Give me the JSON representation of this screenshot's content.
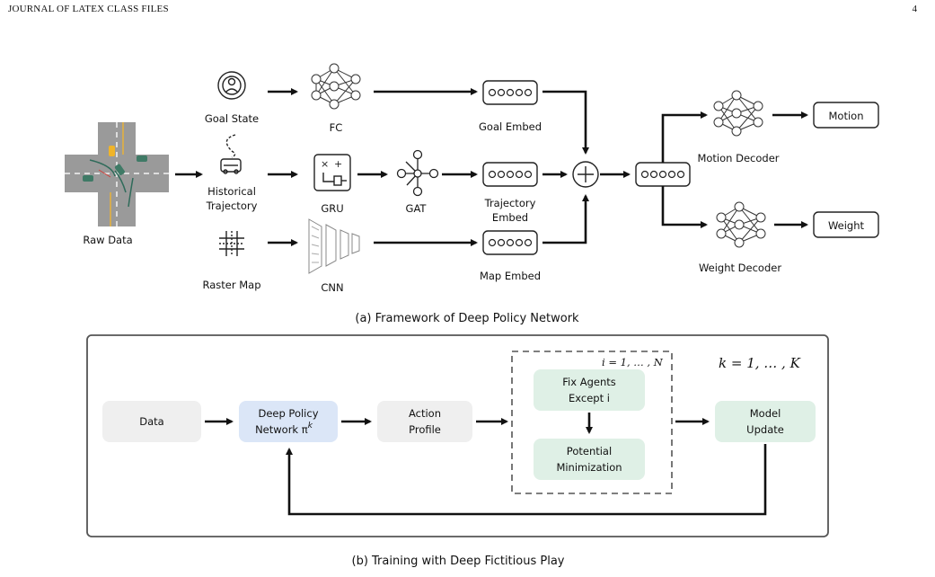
{
  "header": {
    "journal": "JOURNAL OF LATEX CLASS FILES",
    "page": "4"
  },
  "panel_a": {
    "raw_data": "Raw Data",
    "goal_state": "Goal State",
    "historical_trajectory_1": "Historical",
    "historical_trajectory_2": "Trajectory",
    "raster_map": "Raster Map",
    "fc": "FC",
    "gru": "GRU",
    "cnn": "CNN",
    "gat": "GAT",
    "goal_embed": "Goal Embed",
    "trajectory_embed_1": "Trajectory",
    "trajectory_embed_2": "Embed",
    "map_embed": "Map Embed",
    "motion_decoder": "Motion Decoder",
    "weight_decoder": "Weight Decoder",
    "motion": "Motion",
    "weight": "Weight",
    "caption": "(a) Framework of Deep Policy Network"
  },
  "panel_b": {
    "loop_label": "k = 1, … , K",
    "inner_label": "i = 1, … , N",
    "data": "Data",
    "deep_policy_1": "Deep Policy",
    "deep_policy_2": "Network π",
    "deep_policy_sup": "k",
    "action_1": "Action",
    "action_2": "Profile",
    "fix_1": "Fix Agents",
    "fix_2": "Except i",
    "potential_1": "Potential",
    "potential_2": "Minimization",
    "model_1": "Model",
    "model_2": "Update",
    "caption": "(b) Training with Deep Fictitious Play"
  },
  "colors": {
    "deep_policy_fill": "#dbe6f7",
    "green_fill": "#dff0e6",
    "gray_fill": "#efefef",
    "road": "#9a9a9a"
  }
}
